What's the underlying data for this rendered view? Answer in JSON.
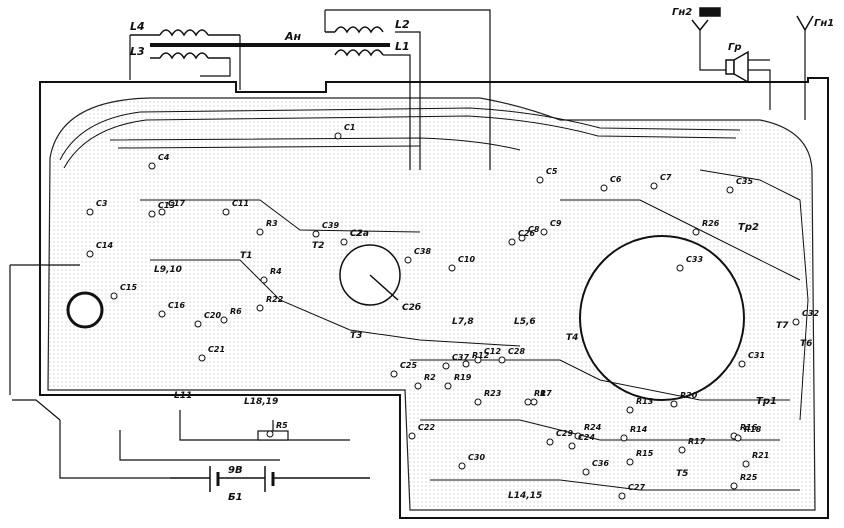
{
  "coils": {
    "l4": "L4",
    "l3": "L3",
    "l2": "L2",
    "l1": "L1",
    "antenna": "Ан"
  },
  "jacks": {
    "gn2": "Гн2",
    "gn1": "Гн1",
    "speaker": "Гр"
  },
  "capacitors": [
    "C1",
    "C2",
    "C3",
    "C4",
    "C5",
    "C6",
    "C7",
    "C8",
    "C9",
    "C10",
    "C11",
    "C12",
    "C13",
    "C14",
    "C15",
    "C16",
    "C17",
    "C20",
    "C21",
    "C22",
    "C24",
    "C25",
    "C26",
    "C27",
    "C28",
    "C29",
    "C30",
    "C31",
    "C32",
    "C33",
    "C35",
    "C36",
    "C37",
    "C38",
    "C39"
  ],
  "resistors": [
    "R1",
    "R2",
    "R3",
    "R4",
    "R5",
    "R6",
    "R7",
    "R12",
    "R13",
    "R14",
    "R15",
    "R16",
    "R17",
    "R18",
    "R19",
    "R20",
    "R21",
    "R22",
    "R23",
    "R24",
    "R25",
    "R26"
  ],
  "transistors": [
    "T1",
    "T2",
    "T3",
    "T4",
    "T5",
    "T6",
    "T7"
  ],
  "inductors": [
    "L5,6",
    "L7,8",
    "L9,10",
    "L11",
    "L14,15",
    "L18,19"
  ],
  "transformers": [
    "Tp1",
    "Tp2"
  ],
  "variable": {
    "c2a": "C2a",
    "c2b": "C2б"
  },
  "battery": {
    "b1": "Б1",
    "voltage": "9В"
  },
  "colors": {
    "ink": "#111111",
    "paper": "#ffffff",
    "trace_fill": "#f4f4f4"
  }
}
